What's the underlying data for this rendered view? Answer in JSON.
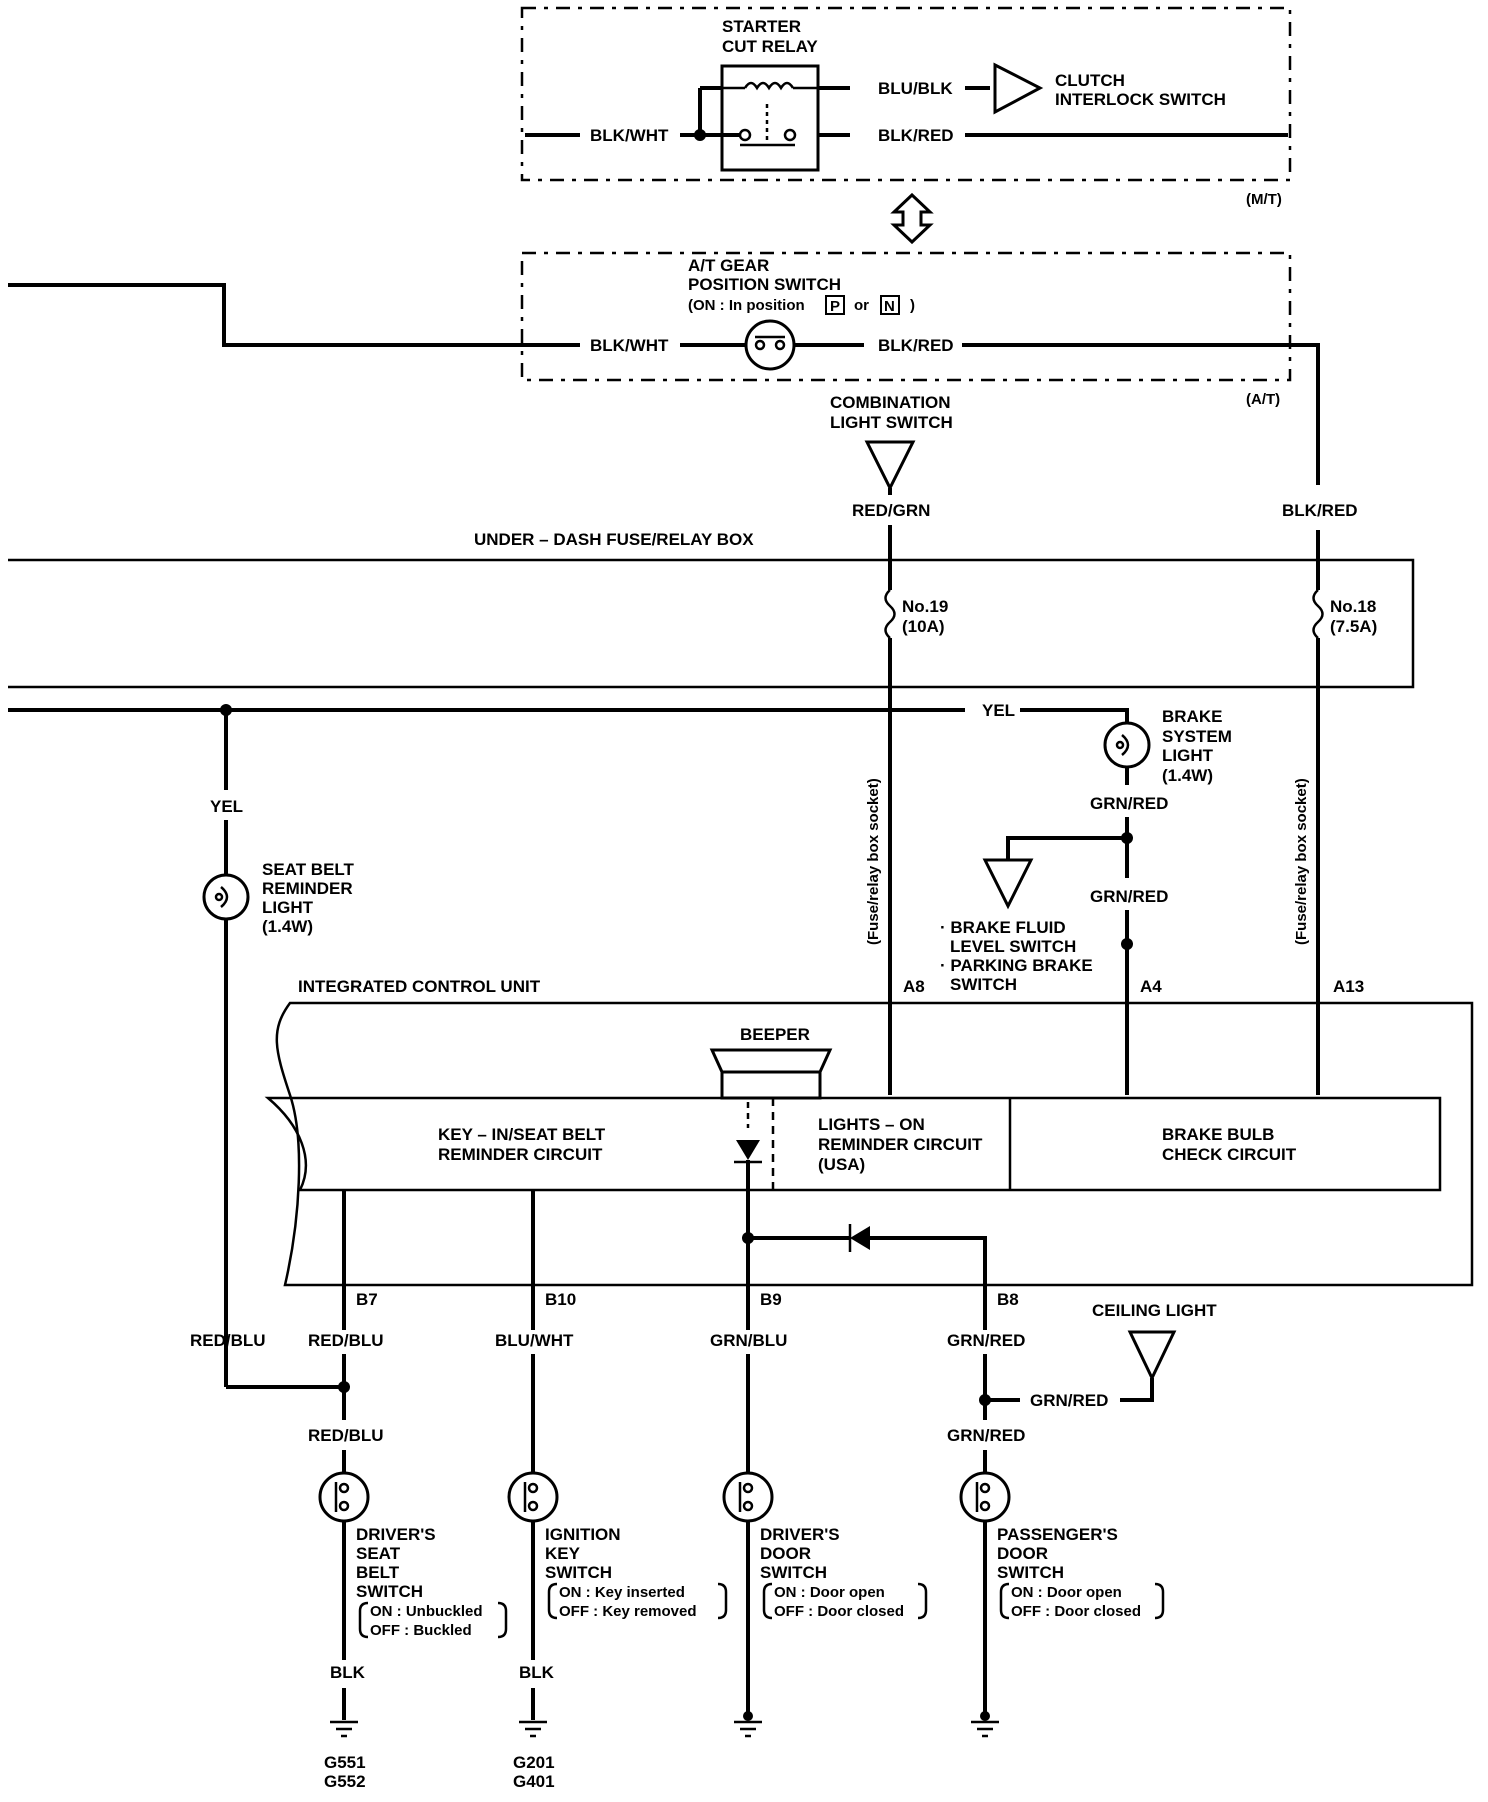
{
  "relay": {
    "title1": "STARTER",
    "title2": "CUT RELAY",
    "wire_in": "BLK/WHT",
    "wire_coil": "BLU/BLK",
    "wire_out": "BLK/RED",
    "dest1": "CLUTCH",
    "dest2": "INTERLOCK SWITCH",
    "variant": "(M/T)"
  },
  "gear_switch": {
    "title1": "A/T GEAR",
    "title2": "POSITION SWITCH",
    "title3_pre": "(ON : In position",
    "pos_p": "P",
    "or": "or",
    "pos_n": "N",
    "close": ")",
    "wire_in": "BLK/WHT",
    "wire_out": "BLK/RED",
    "variant": "(A/T)"
  },
  "combo_light": {
    "title1": "COMBINATION",
    "title2": "LIGHT SWITCH",
    "wire": "RED/GRN"
  },
  "right_wire": "BLK/RED",
  "fuse_box": {
    "title": "UNDER – DASH FUSE/RELAY BOX",
    "fuse19_a": "No.19",
    "fuse19_b": "(10A)",
    "fuse18_a": "No.18",
    "fuse18_b": "(7.5A)",
    "socket_note": "(Fuse/relay box socket)"
  },
  "yel_wire": "YEL",
  "brake_light": {
    "l1": "BRAKE",
    "l2": "SYSTEM",
    "l3": "LIGHT",
    "l4": "(1.4W)",
    "wire1": "GRN/RED",
    "wire2": "GRN/RED"
  },
  "brake_switch": {
    "l1": "· BRAKE FLUID",
    "l2": "LEVEL SWITCH",
    "l3": "· PARKING BRAKE",
    "l4": "SWITCH"
  },
  "seat_belt_light": {
    "wire": "YEL",
    "l1": "SEAT BELT",
    "l2": "REMINDER",
    "l3": "LIGHT",
    "l4": "(1.4W)"
  },
  "icu": {
    "title": "INTEGRATED CONTROL UNIT",
    "a8": "A8",
    "a4": "A4",
    "a13": "A13",
    "beeper": "BEEPER",
    "keyin1": "KEY – IN/SEAT BELT",
    "keyin2": "REMINDER CIRCUIT",
    "lights1": "LIGHTS – ON",
    "lights2": "REMINDER CIRCUIT",
    "lights3": "(USA)",
    "brake1": "BRAKE BULB",
    "brake2": "CHECK CIRCUIT",
    "b7": "B7",
    "b10": "B10",
    "b9": "B9",
    "b8": "B8"
  },
  "ceiling_light": {
    "title": "CEILING LIGHT",
    "wire": "GRN/RED"
  },
  "lower_wires": {
    "red_blu_left": "RED/BLU",
    "b7": "RED/BLU",
    "b7_lower": "RED/BLU",
    "b10": "BLU/WHT",
    "b9": "GRN/BLU",
    "b8": "GRN/RED",
    "b8_lower": "GRN/RED"
  },
  "switches": {
    "driver_seat": {
      "l1": "DRIVER'S",
      "l2": "SEAT",
      "l3": "BELT",
      "l4": "SWITCH",
      "on": "ON : Unbuckled",
      "off": "OFF : Buckled",
      "wire": "BLK",
      "g1": "G551",
      "g2": "G552"
    },
    "ignition": {
      "l1": "IGNITION",
      "l2": "KEY",
      "l3": "SWITCH",
      "on": "ON : Key inserted",
      "off": "OFF : Key removed",
      "wire": "BLK",
      "g1": "G201",
      "g2": "G401"
    },
    "driver_door": {
      "l1": "DRIVER'S",
      "l2": "DOOR",
      "l3": "SWITCH",
      "on": "ON : Door open",
      "off": "OFF : Door closed"
    },
    "passenger_door": {
      "l1": "PASSENGER'S",
      "l2": "DOOR",
      "l3": "SWITCH",
      "on": "ON : Door open",
      "off": "OFF : Door closed"
    }
  }
}
